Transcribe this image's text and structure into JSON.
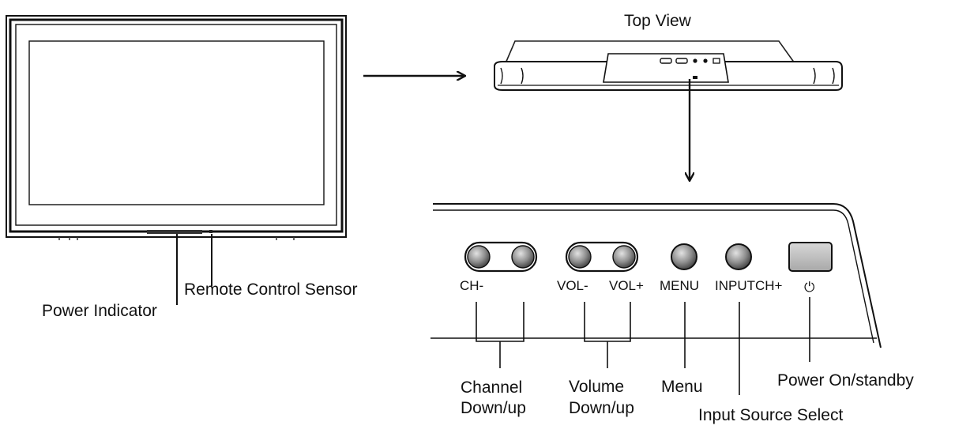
{
  "diagram": {
    "top_view_title": "Top View",
    "front_labels": {
      "remote_sensor": "Remote Control Sensor",
      "power_indicator": "Power Indicator"
    },
    "button_labels": {
      "ch_minus": "CH-",
      "vol_minus": "VOL-",
      "vol_plus": "VOL+",
      "menu": "MENU",
      "input": "INPUT",
      "ch_plus": "CH+",
      "power_symbol": "⏻"
    },
    "callouts": {
      "channel_line1": "Channel",
      "channel_line2": "Down/up",
      "volume_line1": "Volume",
      "volume_line2": "Down/up",
      "menu": "Menu",
      "power": "Power On/standby",
      "input": "Input Source Select"
    }
  }
}
